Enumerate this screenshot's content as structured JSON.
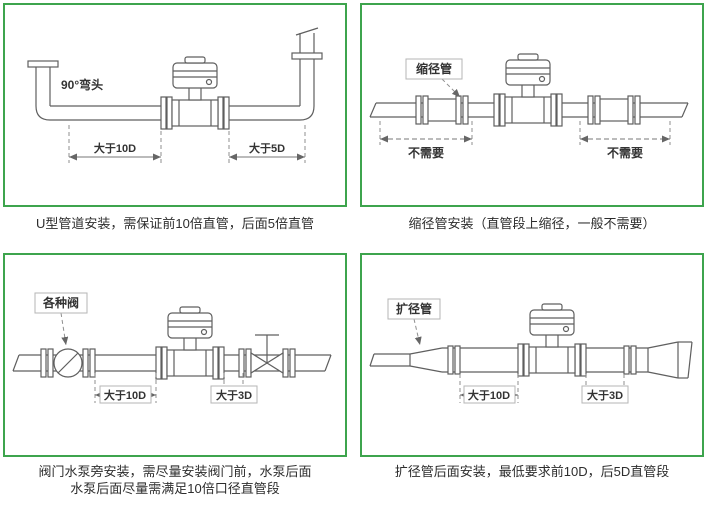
{
  "colors": {
    "panel_border": "#3da44d",
    "line": "#5f5f5f",
    "text": "#2d2d2d"
  },
  "panels": [
    {
      "caption": "U型管道安装，需保证前10倍直管，后面5倍直管",
      "labels": {
        "elbow": "90°弯头",
        "dim_left": "大于10D",
        "dim_right": "大于5D"
      }
    },
    {
      "caption": "缩径管安装（直管段上缩径，一般不需要）",
      "labels": {
        "component": "缩径管",
        "dim_left": "不需要",
        "dim_right": "不需要"
      }
    },
    {
      "caption": "阀门水泵旁安装，需尽量安装阀门前，水泵后面",
      "caption2": "水泵后面尽量需满足10倍口径直管段",
      "labels": {
        "component": "各种阀",
        "dim_left": "大于10D",
        "dim_right": "大于3D"
      }
    },
    {
      "caption": "扩径管后面安装，最低要求前10D，后5D直管段",
      "labels": {
        "component": "扩径管",
        "dim_left": "大于10D",
        "dim_right": "大于3D"
      }
    }
  ]
}
